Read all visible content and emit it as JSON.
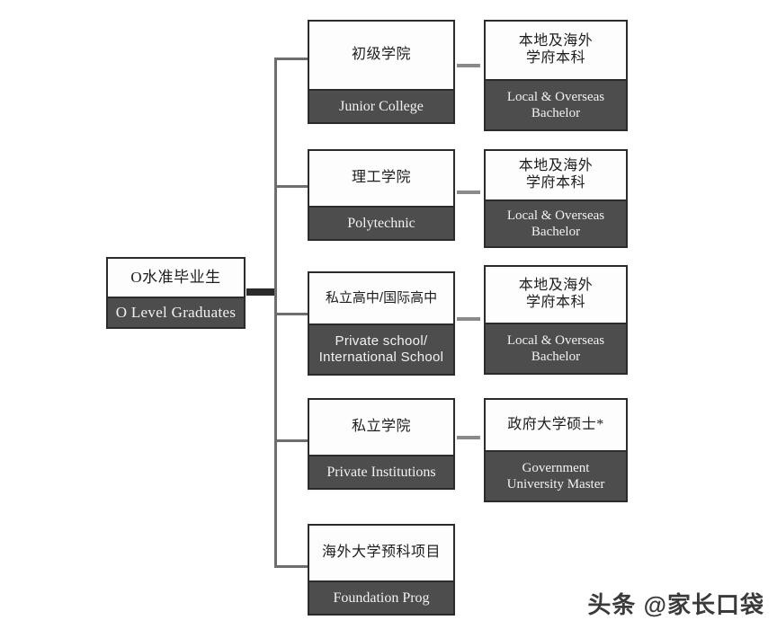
{
  "diagram": {
    "title": "O Level Graduates pathway chart",
    "colors": {
      "band_dark": "#4d4d4d",
      "border": "#2b2b2b",
      "box_background": "#fdfdfd",
      "band_text": "#f2f2f2",
      "connector_gray": "#6e6e6e",
      "connector_dash": "#8a8a8a",
      "root_link": "#2b2b2b"
    },
    "root": {
      "cn": "O水准毕业生",
      "en": "O Level Graduates"
    },
    "pathways": [
      {
        "stage": {
          "cn": "初级学院",
          "en": "Junior College"
        },
        "outcome": {
          "cn_lines": [
            "本地及海外",
            "学府本科"
          ],
          "en_lines": [
            "Local & Overseas",
            "Bachelor"
          ]
        },
        "connector": "dash"
      },
      {
        "stage": {
          "cn": "理工学院",
          "en": "Polytechnic"
        },
        "outcome": {
          "cn_lines": [
            "本地及海外",
            "学府本科"
          ],
          "en_lines": [
            "Local & Overseas",
            "Bachelor"
          ]
        },
        "connector": "dash"
      },
      {
        "stage": {
          "cn": "私立高中/国际高中",
          "en_lines": [
            "Private  school/",
            "International School"
          ]
        },
        "outcome": {
          "cn_lines": [
            "本地及海外",
            "学府本科"
          ],
          "en_lines": [
            "Local & Overseas",
            "Bachelor"
          ]
        },
        "connector": "dash"
      },
      {
        "stage": {
          "cn": "私立学院",
          "en": "Private Institutions"
        },
        "outcome": {
          "cn": "政府大学硕士*",
          "en_lines": [
            "Government",
            "University Master"
          ]
        },
        "connector": "dash"
      },
      {
        "stage": {
          "cn": "海外大学预科项目",
          "en": "Foundation Prog"
        },
        "outcome": null,
        "connector": null
      }
    ]
  },
  "watermark": {
    "text": "头条 @家长口袋"
  }
}
